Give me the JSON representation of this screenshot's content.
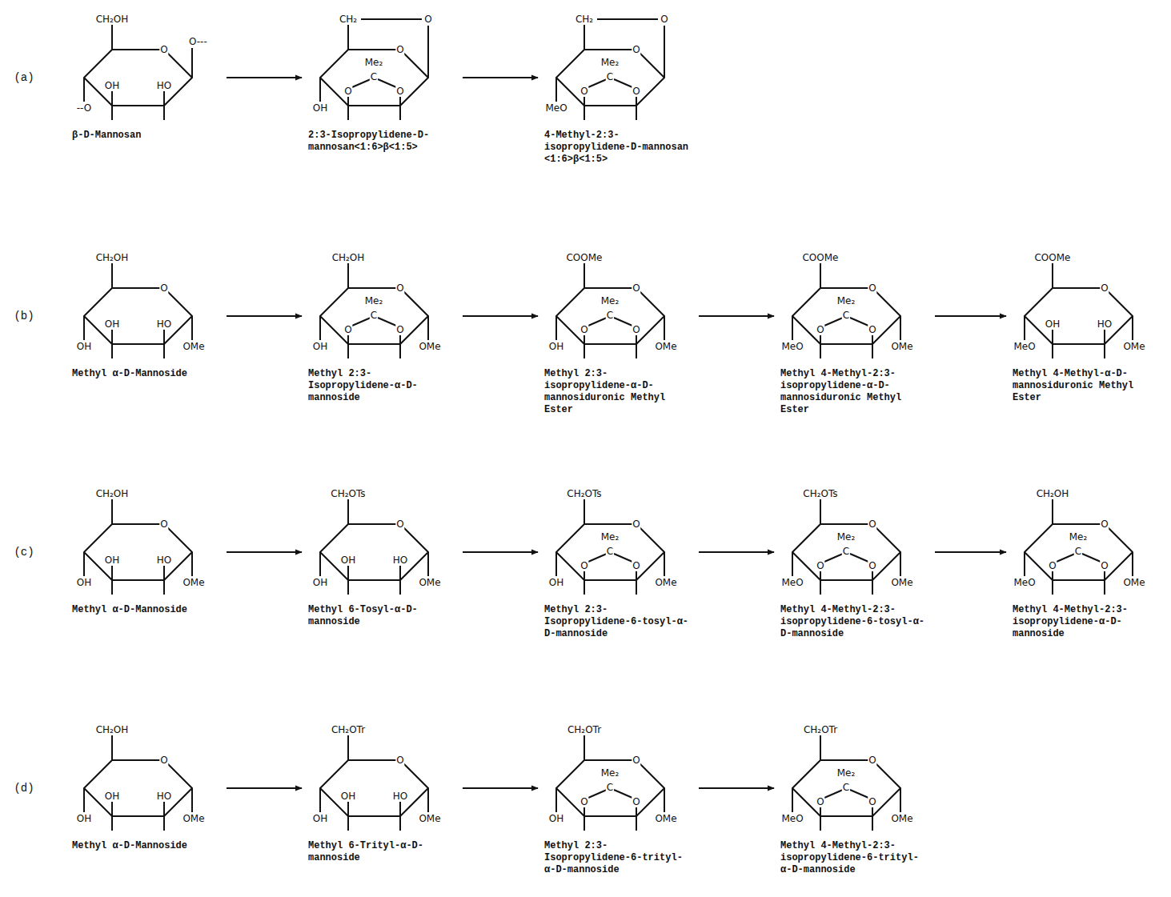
{
  "diagram": {
    "nodes": [
      {
        "text": [
          "β-D-Mannosan",
          "CH₂OH",
          "O",
          "O---",
          "OH",
          "HO",
          "--O"
        ]
      },
      {
        "text": [
          "2:3-Isopropylidene-D-mannosan<1:6>β<1:5>",
          "CH₂",
          "O",
          "O",
          "Me₂",
          "O",
          "C",
          "O",
          "OH"
        ]
      },
      {
        "text": [
          "4-Methyl-2:3-isopropylidene-D-mannosan <1:6>β<1:5>",
          "CH₂",
          "O",
          "O",
          "Me₂",
          "O",
          "C",
          "O",
          "MeO"
        ]
      },
      {
        "text": [
          "Methyl α-D-Mannoside",
          "CH₂OH",
          "O",
          "OH",
          "HO",
          "OH",
          "OMe"
        ]
      },
      {
        "text": [
          "Methyl 2:3-Isopropylidene-α-D-mannoside",
          "CH₂OH",
          "O",
          "Me₂",
          "O",
          "C",
          "O",
          "OH",
          "OMe"
        ]
      },
      {
        "text": [
          "Methyl 2:3-isopropylidene-α-D-mannosiduronic Methyl Ester",
          "COOMe",
          "O",
          "Me₂",
          "O",
          "C",
          "O",
          "OH",
          "OMe"
        ]
      },
      {
        "text": [
          "Methyl 4-Methyl-2:3-isopropylidene-α-D-mannosiduronic Methyl Ester",
          "COOMe",
          "O",
          "Me₂",
          "O",
          "C",
          "O",
          "MeO",
          "OMe"
        ]
      },
      {
        "text": [
          "Methyl 4-Methyl-α-D-mannosiduronic Methyl Ester",
          "COOMe",
          "O",
          "OH",
          "HO",
          "MeO",
          "OMe"
        ]
      },
      {
        "text": [
          "Methyl α-D-Mannoside",
          "CH₂OH",
          "O",
          "OH",
          "HO",
          "OH",
          "OMe"
        ]
      },
      {
        "text": [
          "Methyl 6-Tosyl-α-D-mannoside",
          "CH₂OTs",
          "O",
          "OH",
          "HO",
          "OH",
          "OMe"
        ]
      },
      {
        "text": [
          "Methyl 2:3-Isopropylidene-6-tosyl-α-D-mannoside",
          "CH₂OTs",
          "O",
          "Me₂",
          "O",
          "C",
          "O",
          "OH",
          "OMe"
        ]
      },
      {
        "text": [
          "Methyl 4-Methyl-2:3-isopropylidene-6-tosyl-α-D-mannoside",
          "CH₂OTs",
          "O",
          "Me₂",
          "O",
          "C",
          "O",
          "MeO",
          "OMe"
        ]
      },
      {
        "text": [
          "Methyl 4-Methyl-2:3-isopropylidene-α-D-mannoside",
          "CH₂OH",
          "O",
          "Me₂",
          "O",
          "C",
          "O",
          "MeO",
          "OMe"
        ]
      },
      {
        "text": [
          "Methyl α-D-Mannoside",
          "CH₂OH",
          "O",
          "OH",
          "HO",
          "OH",
          "OMe"
        ]
      },
      {
        "text": [
          "Methyl 6-Trityl-α-D-mannoside",
          "CH₂OTr",
          "O",
          "OH",
          "HO",
          "OH",
          "OMe"
        ]
      },
      {
        "text": [
          "Methyl 2:3-Isopropylidene-6-trityl-α-D-mannoside",
          "CH₂OTr",
          "O",
          "Me₂",
          "O",
          "C",
          "O",
          "OH",
          "OMe"
        ]
      },
      {
        "text": [
          "Methyl 4-Methyl-2:3-isopropylidene-6-trityl-α-D-mannoside",
          "CH₂OTr",
          "O",
          "Me₂",
          "O",
          "C",
          "O",
          "MeO",
          "OMe"
        ]
      }
    ],
    "edges": [
      {
        "from": 0,
        "to": 1,
        "arrow": "to"
      },
      {
        "from": 1,
        "to": 2,
        "arrow": "to"
      },
      {
        "from": 3,
        "to": 4,
        "arrow": "to"
      },
      {
        "from": 4,
        "to": 5,
        "arrow": "to"
      },
      {
        "from": 5,
        "to": 6,
        "arrow": "to"
      },
      {
        "from": 6,
        "to": 7,
        "arrow": "to"
      },
      {
        "from": 8,
        "to": 9,
        "arrow": "to"
      },
      {
        "from": 9,
        "to": 10,
        "arrow": "to"
      },
      {
        "from": 10,
        "to": 11,
        "arrow": "to"
      },
      {
        "from": 11,
        "to": 12,
        "arrow": "to"
      },
      {
        "from": 13,
        "to": 14,
        "arrow": "to"
      },
      {
        "from": 14,
        "to": 15,
        "arrow": "to"
      },
      {
        "from": 15,
        "to": 16,
        "arrow": "to"
      }
    ],
    "labels": [
      "(a)",
      "(b)",
      "(c)",
      "(d)"
    ]
  }
}
